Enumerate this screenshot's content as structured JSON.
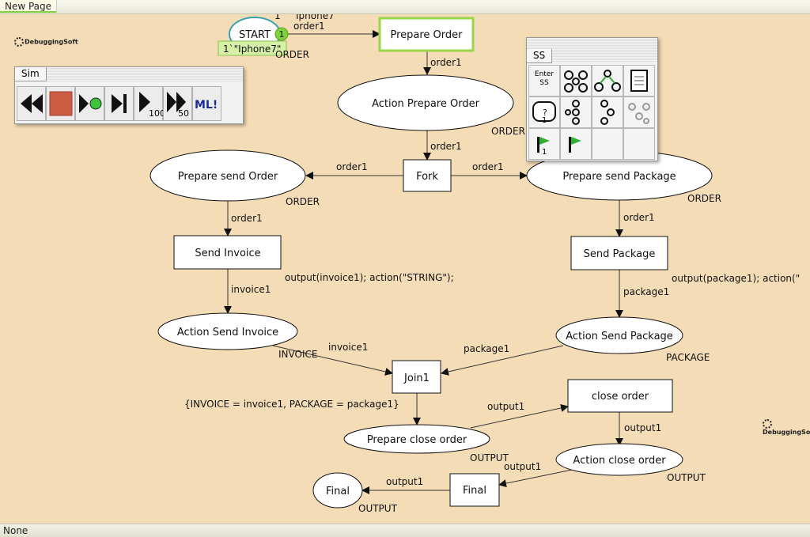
{
  "tab": {
    "label": "New Page"
  },
  "status": {
    "text": "None"
  },
  "sim_panel": {
    "title": "Sim",
    "step_count_1": "100",
    "step_count_2": "50",
    "ml_label": "ML!"
  },
  "ss_panel": {
    "title": "SS",
    "enter_label": "Enter",
    "ss_label": "SS",
    "marker": "1"
  },
  "logo_text": "DebuggingSoft",
  "start_marking": {
    "count": "1",
    "tokens": "1`\"Iphone7\"",
    "top_count": "1",
    "top_value": "Iphone7"
  },
  "places": [
    {
      "id": "start",
      "label": "START",
      "type": "ORDER"
    },
    {
      "id": "action-prepare-order",
      "label": "Action Prepare Order",
      "type": "ORDER"
    },
    {
      "id": "prepare-send-order",
      "label": "Prepare send Order",
      "type": "ORDER"
    },
    {
      "id": "prepare-send-package",
      "label": "Prepare send Package",
      "type": "ORDER"
    },
    {
      "id": "action-send-invoice",
      "label": "Action Send Invoice",
      "type": "INVOICE"
    },
    {
      "id": "action-send-package",
      "label": "Action Send Package",
      "type": "PACKAGE"
    },
    {
      "id": "prepare-close-order",
      "label": "Prepare close order",
      "type": "OUTPUT"
    },
    {
      "id": "action-close-order",
      "label": "Action close order",
      "type": "OUTPUT"
    },
    {
      "id": "final-place",
      "label": "Final",
      "type": "OUTPUT"
    }
  ],
  "transitions": [
    {
      "id": "prepare-order",
      "label": "Prepare Order"
    },
    {
      "id": "fork",
      "label": "Fork"
    },
    {
      "id": "send-invoice",
      "label": "Send Invoice",
      "code": "output(invoice1); action(\"STRING\");"
    },
    {
      "id": "send-package",
      "label": "Send Package",
      "code": "output(package1); action(\""
    },
    {
      "id": "join1",
      "label": "Join1",
      "guard": "{INVOICE = invoice1, PACKAGE = package1}"
    },
    {
      "id": "close-order",
      "label": "close order"
    },
    {
      "id": "final-transition",
      "label": "Final"
    }
  ],
  "arcs": [
    {
      "id": "a1",
      "label": "order1"
    },
    {
      "id": "a2",
      "label": "order1"
    },
    {
      "id": "a3",
      "label": "order1"
    },
    {
      "id": "a4",
      "label": "order1"
    },
    {
      "id": "a5",
      "label": "order1"
    },
    {
      "id": "a6",
      "label": "order1"
    },
    {
      "id": "a7",
      "label": "order1"
    },
    {
      "id": "a8",
      "label": "invoice1"
    },
    {
      "id": "a9",
      "label": "package1"
    },
    {
      "id": "a10",
      "label": "invoice1"
    },
    {
      "id": "a11",
      "label": "package1"
    },
    {
      "id": "a12",
      "label": "output1"
    },
    {
      "id": "a13",
      "label": "output1"
    },
    {
      "id": "a14",
      "label": "output1"
    },
    {
      "id": "a15",
      "label": "output1"
    }
  ]
}
